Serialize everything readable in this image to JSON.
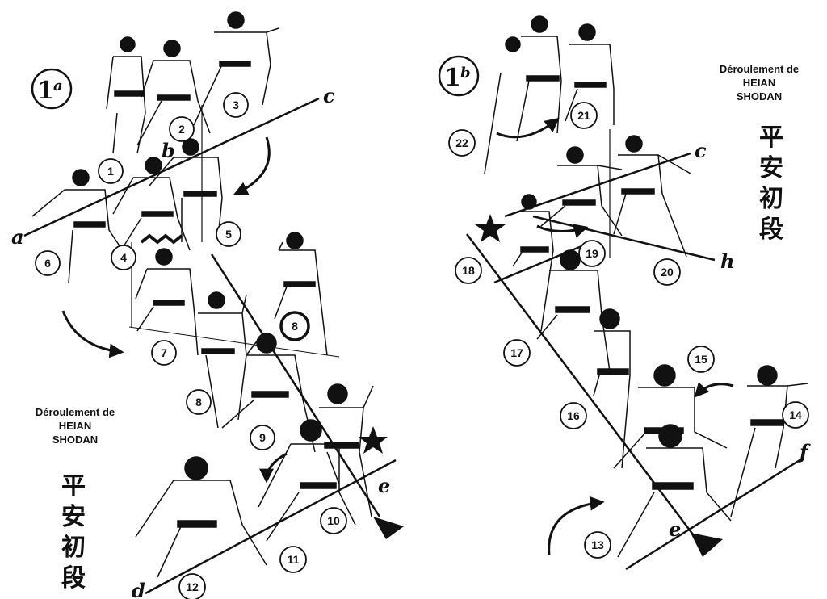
{
  "left_panel": {
    "badge": {
      "main": "1",
      "sub": "a"
    },
    "title_line1": "Déroulement de",
    "title_line2": "HEIAN",
    "title_line3": "SHODAN",
    "kanji": [
      "平",
      "安",
      "初",
      "段"
    ],
    "letters": [
      "a",
      "b",
      "c",
      "d",
      "e"
    ],
    "steps": [
      "1",
      "2",
      "3",
      "4",
      "5",
      "6",
      "7",
      "8",
      "8",
      "9",
      "10",
      "11",
      "12"
    ]
  },
  "right_panel": {
    "badge": {
      "main": "1",
      "sub": "b"
    },
    "title_line1": "Déroulement de",
    "title_line2": "HEIAN",
    "title_line3": "SHODAN",
    "kanji": [
      "平",
      "安",
      "初",
      "段"
    ],
    "letters": [
      "c",
      "h",
      "f",
      "e"
    ],
    "steps": [
      "13",
      "14",
      "15",
      "16",
      "17",
      "18",
      "19",
      "20",
      "21",
      "22"
    ]
  }
}
